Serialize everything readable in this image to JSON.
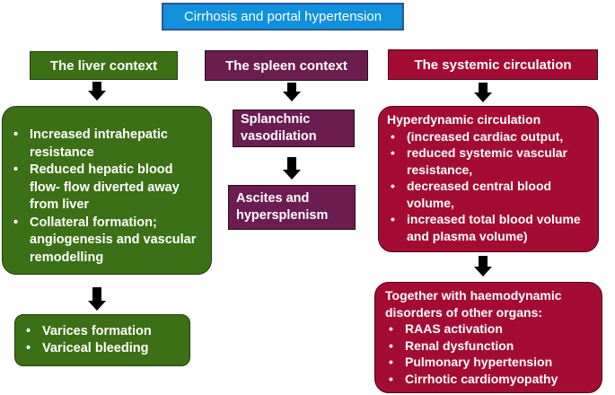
{
  "title": "Cirrhosis and portal hypertension",
  "liver": {
    "header": "The liver context",
    "points": [
      "Increased intrahepatic resistance",
      "Reduced hepatic blood flow- flow diverted away from liver",
      "Collateral formation; angiogenesis and vascular remodelling"
    ],
    "outcomes": [
      "Varices formation",
      "Variceal bleeding"
    ]
  },
  "spleen": {
    "header": "The spleen context",
    "step1": "Splanchnic vasodilation",
    "step2": "Ascites and hypersplenism"
  },
  "systemic": {
    "header": "The systemic circulation",
    "hyper_title": "Hyperdynamic circulation",
    "hyper_points": [
      "(increased cardiac output,",
      "reduced systemic vascular resistance,",
      "decreased central blood volume,",
      "increased total blood volume and plasma volume)"
    ],
    "together_title": "Together with haemodynamic disorders of other organs:",
    "together_points": [
      "RAAS activation",
      "Renal dysfunction",
      "Pulmonary hypertension",
      "Cirrhotic  cardiomyopathy"
    ]
  },
  "colors": {
    "title_blue": "#1190dc",
    "liver_green": "#3b7016",
    "spleen_purple": "#6b1d4f",
    "systemic_red": "#a40c33"
  }
}
